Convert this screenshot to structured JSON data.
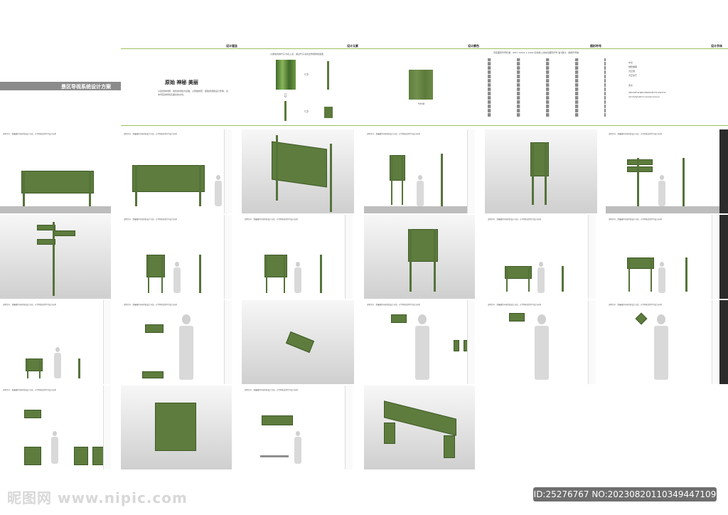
{
  "title": "景区导视系统设计方案",
  "sections": {
    "concept_label": "设计理念",
    "plan_label": "设计元素",
    "color_label": "设计颜色",
    "symbol_label": "图形符号",
    "font_label": "设计字体"
  },
  "concept": {
    "slogan": "原始 神秘 美丽",
    "desc": "以自然的材质，简约的风格为基础，以原始的形，搭建和谐的设计形象，表本景区的特色及美好的文化。"
  },
  "plan": {
    "desc": "以通常内的竹子为切入点，通过竹子演化出导视牌的造型"
  },
  "color": {
    "swatch_label": "竹叶绿"
  },
  "symbols": {
    "header": "景区图形符号标准：GB/T 10001.1-2006 标志用公共信息图形符号 第1部分：通用符号等"
  },
  "fonts": {
    "line1": "中文",
    "line2": "微软雅黑",
    "line3": "方正圆",
    "line4": "方正综艺",
    "eng_label": "英文",
    "eng_upper": "ABCDEFGHIJKLMNOPQRSTUVWXYZ",
    "eng_lower": "abcdefghijklmnopqrstuvwxyz"
  },
  "panel_note": "说明文字：是最细的导视系统设计方案，以竹材质造型作为设计元素",
  "watermark": {
    "left": "昵图网 www.nipic.com",
    "right": "ID:25276767 NO:20230820110349447109"
  }
}
